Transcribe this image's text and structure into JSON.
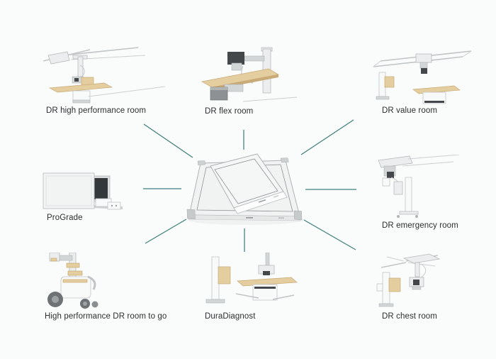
{
  "canvas": {
    "background_color": "#fafcfb",
    "connector_color": "#3e7f7b",
    "accent_tan": "#e4cd9f",
    "label_color": "#2d2f30"
  },
  "center": {
    "icon": "flat-panel-detectors-icon",
    "description_icon_names": [
      "large-detector-panel-icon",
      "small-detector-panel-icon"
    ]
  },
  "products": [
    {
      "id": "dr-high-performance-room",
      "label": "DR high performance room",
      "icon": "ceiling-suspended-xray-room-icon",
      "position": "top-left"
    },
    {
      "id": "dr-flex-room",
      "label": "DR flex room",
      "icon": "tilting-table-xray-room-icon",
      "position": "top-center"
    },
    {
      "id": "dr-value-room",
      "label": "DR value room",
      "icon": "ceiling-rail-xray-room-icon",
      "position": "top-right"
    },
    {
      "id": "prograde",
      "label": "ProGrade",
      "icon": "flat-panel-detector-kit-icon",
      "position": "middle-left"
    },
    {
      "id": "dr-emergency-room",
      "label": "DR emergency room",
      "icon": "emergency-xray-stand-icon",
      "position": "middle-right"
    },
    {
      "id": "high-performance-dr-room-to-go",
      "label": "High performance DR room to go",
      "icon": "mobile-xray-unit-icon",
      "position": "bottom-left"
    },
    {
      "id": "duradiagnost",
      "label": "DuraDiagnost",
      "icon": "floor-mounted-xray-room-icon",
      "position": "bottom-center"
    },
    {
      "id": "dr-chest-room",
      "label": "DR chest room",
      "icon": "ceiling-tube-chest-stand-icon",
      "position": "bottom-right"
    }
  ]
}
